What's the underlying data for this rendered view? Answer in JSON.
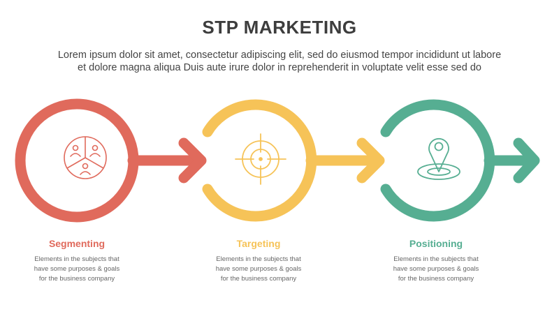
{
  "header": {
    "title": "STP MARKETING",
    "subtitle_line1": "Lorem ipsum dolor sit amet, consectetur adipiscing elit, sed do eiusmod tempor incididunt ut labore",
    "subtitle_line2": "et dolore magna aliqua Duis aute irure dolor in reprehenderit in voluptate velit esse sed do"
  },
  "stages": [
    {
      "label": "Segmenting",
      "icon": "segmentation-pie-icon",
      "color": "#e06a5c",
      "desc_lines": [
        "Elements in the subjects that",
        "have  some purposes & goals",
        "for the  business company"
      ]
    },
    {
      "label": "Targeting",
      "icon": "target-crosshair-icon",
      "color": "#f6c358",
      "desc_lines": [
        "Elements in the subjects that",
        "have  some purposes & goals",
        "for the  business company"
      ]
    },
    {
      "label": "Positioning",
      "icon": "location-pin-icon",
      "color": "#56ae92",
      "desc_lines": [
        "Elements in the subjects that",
        "have  some purposes & goals",
        "for the  business company"
      ]
    }
  ]
}
